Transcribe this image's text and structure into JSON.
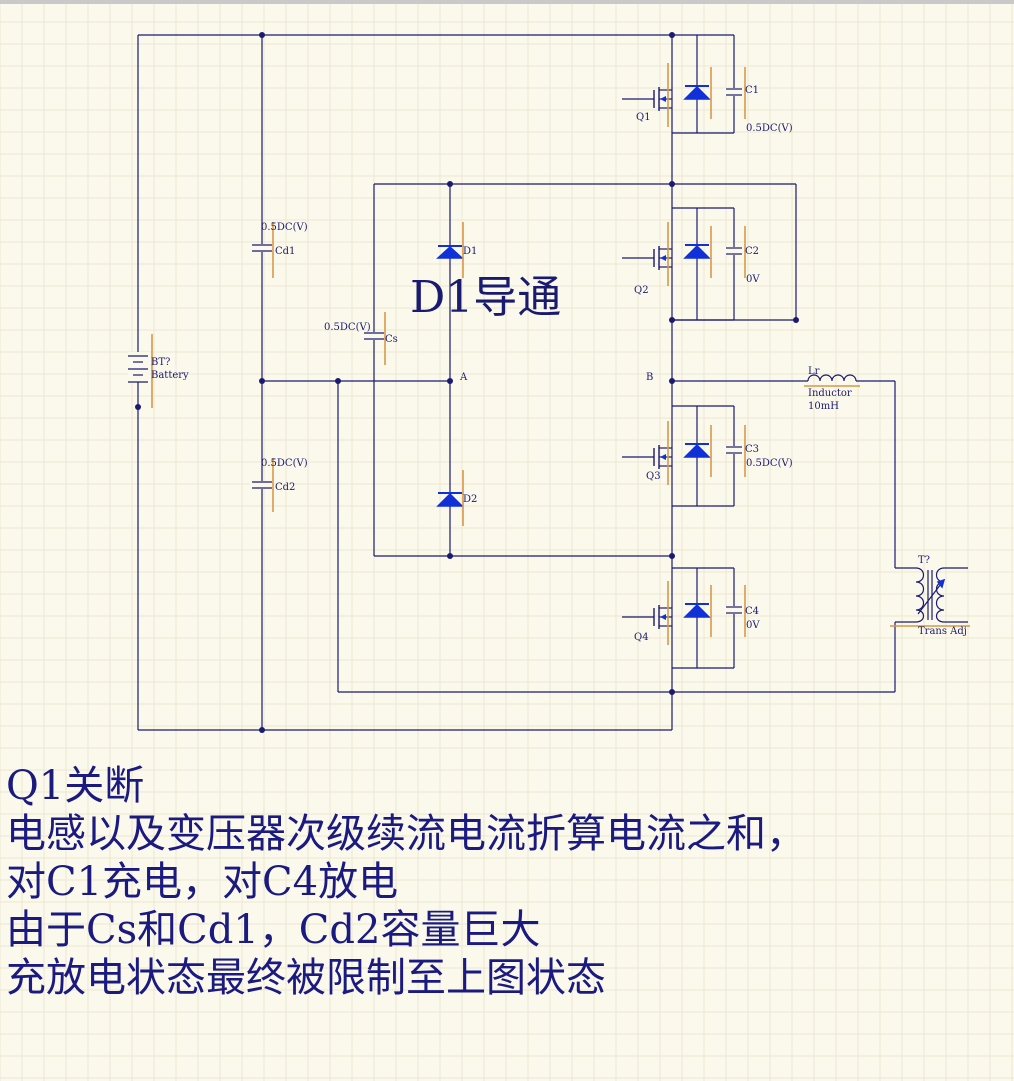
{
  "schematic": {
    "battery_ref": "BT?",
    "battery_name": "Battery",
    "cd1_ref": "Cd1",
    "cd1_value": "0.5DC(V)",
    "cd2_ref": "Cd2",
    "cd2_value": "0.5DC(V)",
    "cs_ref": "Cs",
    "cs_value": "0.5DC(V)",
    "d1_ref": "D1",
    "d2_ref": "D2",
    "node_a": "A",
    "node_b": "B",
    "q1_ref": "Q1",
    "q2_ref": "Q2",
    "q3_ref": "Q3",
    "q4_ref": "Q4",
    "c1_ref": "C1",
    "c1_value": "0.5DC(V)",
    "c2_ref": "C2",
    "c2_value": "0V",
    "c3_ref": "C3",
    "c3_value": "0.5DC(V)",
    "c4_ref": "C4",
    "c4_value": "0V",
    "lr_ref": "Lr",
    "lr_name": "Inductor",
    "lr_value": "10mH",
    "t_ref": "T?",
    "t_name": "Trans Adj",
    "overlay_title": "D1导通"
  },
  "notes": [
    "Q1关断",
    "电感以及变压器次级续流电流折算电流之和，",
    "对C1充电，对C4放电",
    "由于Cs和Cd1，Cd2容量巨大",
    "充放电状态最终被限制至上图状态"
  ],
  "colors": {
    "wire": "#1a1a70",
    "diode": "#1030d8",
    "pin": "#d89848",
    "background": "#fbf9ec",
    "grid": "#ece8d2"
  }
}
